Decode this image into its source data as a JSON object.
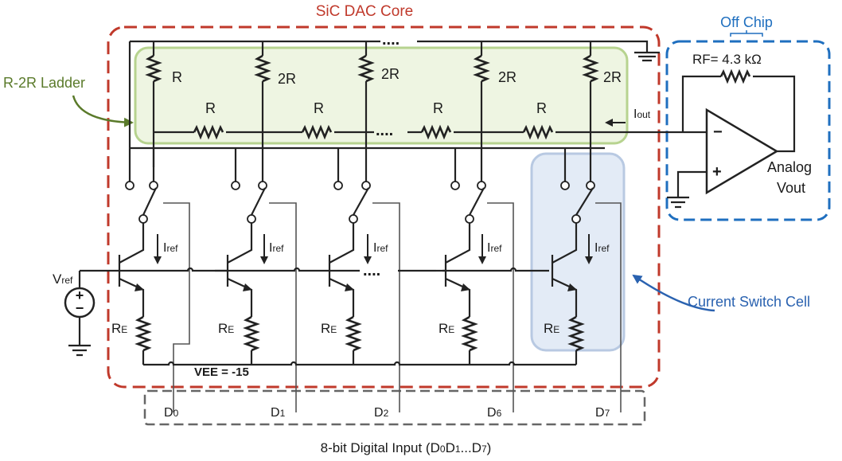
{
  "core_title": "SiC DAC Core",
  "offchip_title": "Off Chip",
  "ladder_label": "R-2R Ladder",
  "cell_label": "Current Switch Cell",
  "rf_label": "RF= 4.3 kΩ",
  "iout": {
    "main": "I",
    "sub": "out"
  },
  "vout_line1": "Analog",
  "vout_line2": "Vout",
  "vref": {
    "main": "V",
    "sub": "ref"
  },
  "vee": "VEE = -15",
  "digital_input": {
    "prefix": "8-bit Digital Input (D",
    "d0": "0",
    "mid1": "D",
    "d1": "1",
    "mid2": "...D",
    "d7": "7",
    "suffix": ")"
  },
  "ladder_shunt_labels": [
    "R",
    "2R",
    "2R",
    "2R",
    "2R"
  ],
  "ladder_series_labels": [
    "R",
    "R",
    "R",
    "R"
  ],
  "dots": "....",
  "iref": {
    "main": "I",
    "sub": "ref"
  },
  "re": {
    "main": "R",
    "sub": "E"
  },
  "bits": [
    {
      "main": "D",
      "sub": "0"
    },
    {
      "main": "D",
      "sub": "1"
    },
    {
      "main": "D",
      "sub": "2"
    },
    {
      "main": "D",
      "sub": "6"
    },
    {
      "main": "D",
      "sub": "7"
    }
  ],
  "opamp_minus": "−",
  "opamp_plus": "+",
  "vsrc_plus": "+",
  "vsrc_minus": "−",
  "colors": {
    "core_border": "#c0392b",
    "offchip_border": "#1f6fbf",
    "ladder_fill": "#eef5e2",
    "ladder_border": "#b7d38f",
    "ladder_text": "#5a7a2a",
    "cell_fill": "#e3ebf6",
    "cell_border": "#b8c9e2",
    "cell_text": "#2a62b0",
    "input_border": "#666666"
  }
}
